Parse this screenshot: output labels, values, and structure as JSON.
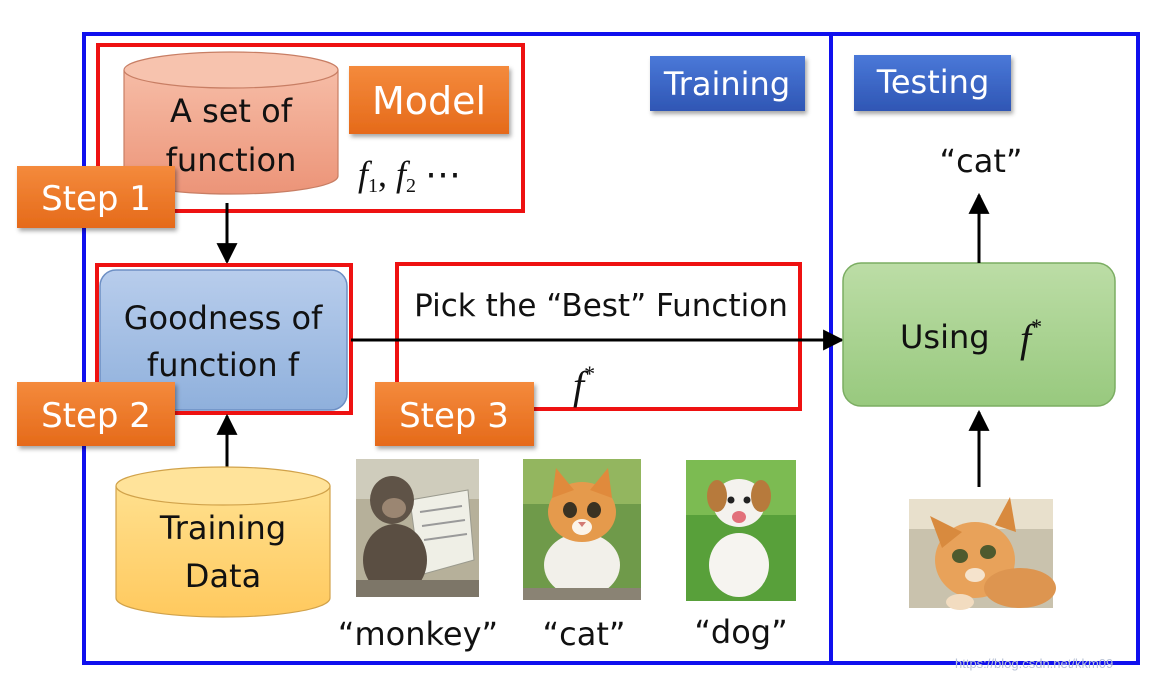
{
  "colors": {
    "frame": "#1010ee",
    "step_box": "#ee1111",
    "orange": "#ee7424",
    "blue_tag": "#3a63c2",
    "model_cylinder": "#f0a48c",
    "data_cylinder": "#ffd474",
    "goodness_box": "#9ab8e0",
    "using_box": "#a6d18e"
  },
  "training_tag": "Training",
  "testing_tag": "Testing",
  "model_tag": "Model",
  "model_cylinder": {
    "line1": "A set of",
    "line2": "function"
  },
  "model_functions": {
    "f": "f",
    "sub1": "1",
    "sep": ", ",
    "sub2": "2",
    "tail": " ⋯"
  },
  "step1": "Step 1",
  "step2": "Step 2",
  "step3": "Step 3",
  "goodness": {
    "line1": "Goodness of",
    "line2": "function f"
  },
  "pick": {
    "title": "Pick the “Best” Function",
    "f": "f",
    "star": "*"
  },
  "using": {
    "word": "Using",
    "f": "f",
    "star": "*"
  },
  "output_label": "“cat”",
  "training_data": {
    "line1": "Training",
    "line2": "Data"
  },
  "samples": [
    {
      "label": "“monkey”",
      "icon": "monkey-photo"
    },
    {
      "label": "“cat”",
      "icon": "kitten-photo"
    },
    {
      "label": "“dog”",
      "icon": "puppy-photo"
    }
  ],
  "test_image_icon": "cat-photo",
  "watermark": "https://blog.csdn.net/kkm09"
}
